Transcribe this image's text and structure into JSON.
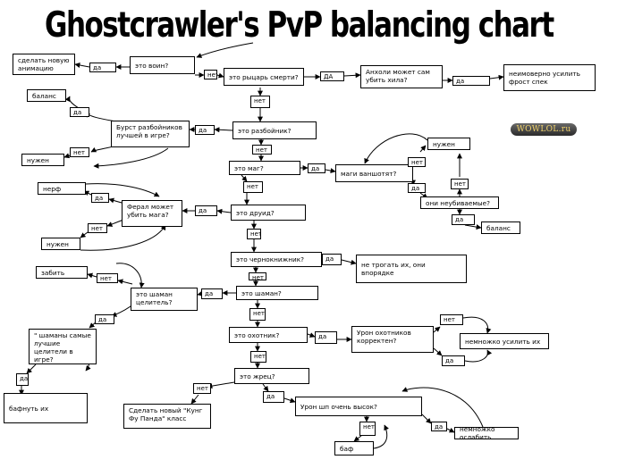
{
  "title": "Ghostcrawler's PvP balancing chart",
  "watermark": "WOWLOL.ru",
  "nodes": {
    "voin": "это воин?",
    "animacia": "сделать новую\nанимацию",
    "da1": "да",
    "net1": "нет",
    "dk": "это рыцарь смерти?",
    "da2": "ДА",
    "unholy": "Анхоли может сам\nубить хила?",
    "da3": "да",
    "frost": "неимоверно усилить\nфрост спек",
    "net2": "нет",
    "rogue": "это разбойник?",
    "burst": "Бурст разбойников\nлучшей в игре?",
    "da4": "да",
    "balance1": "баланс",
    "da5": "да",
    "net3": "нет",
    "needbuff1": "нужен баф",
    "net4": "нет",
    "mage": "это маг?",
    "da6": "да",
    "magi": "маги ваншотят?",
    "net5": "нет",
    "needbuff2": "нужен баф",
    "da7": "да",
    "net6": "нет",
    "invuln": "они неубиваемые?",
    "da8": "да",
    "balance2": "баланс",
    "net7": "нет",
    "druid": "это друид?",
    "da9": "да",
    "feral": "Ферал может\nубить мага?",
    "nerf": "нерф",
    "da10": "да",
    "net8": "нет",
    "needbuff3": "нужен баф",
    "net9": "нет",
    "warlock": "это чернокнижник?",
    "da11": "да",
    "notouch": "не трогать их, они\nвпорядке",
    "net10": "нет",
    "shaman": "это шаман?",
    "da12": "да",
    "healer": "это шаман\nцелитель?",
    "zabit": "забить",
    "net11": "нет",
    "da13": "да",
    "besthealers": "\" шаманы самые\nлучшие целители в\nигре?",
    "da14": "да",
    "bafnut": "бафнуть их",
    "net12": "нет",
    "hunter": "это охотник?",
    "da15": "да",
    "hunterdmg": "Урон охотников\nкорректен?",
    "net13": "нет",
    "buffabit": "немножко усилить их",
    "da16": "да",
    "net14": "нет",
    "priest": "это жрец?",
    "net15": "нет",
    "kungfu": "Сделать новый \"Кунг\nФу Панда\" класс",
    "da17": "да",
    "shadowdmg": "Урон шп очень высок?",
    "net16": "нет",
    "da18": "да",
    "nerfabit": "немножко ослабить",
    "baf": "баф"
  }
}
